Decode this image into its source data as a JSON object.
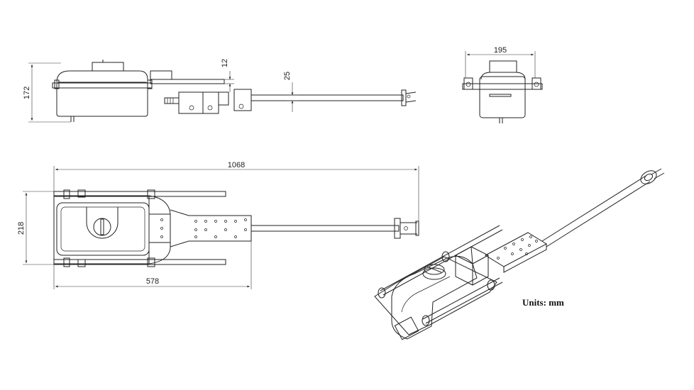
{
  "dimensions": {
    "side_height": "172",
    "bracket_offset": "12",
    "arm_offset": "25",
    "end_width": "195",
    "overall_length": "1068",
    "top_width": "218",
    "body_length": "578"
  },
  "units_label": "Units: mm"
}
